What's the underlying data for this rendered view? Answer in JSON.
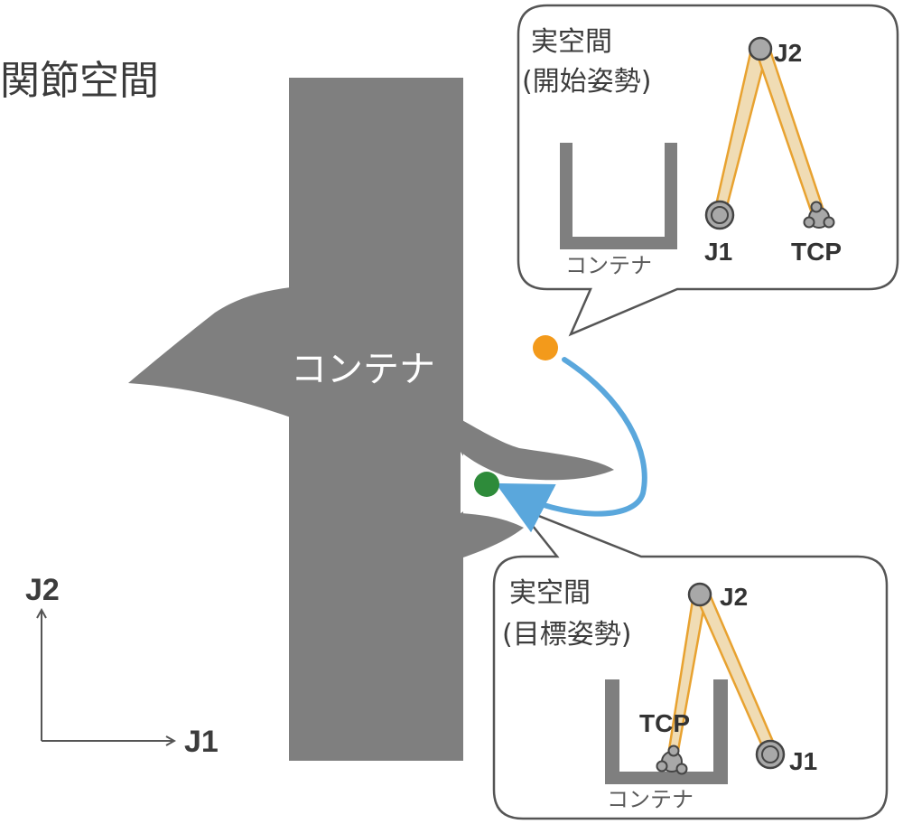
{
  "title": "関節空間",
  "obstacle_label": "コンテナ",
  "axes": {
    "x_label": "J1",
    "y_label": "J2"
  },
  "start_bubble": {
    "line1": "実空間",
    "line2": "(開始姿勢)",
    "container_label": "コンテナ",
    "j1_label": "J1",
    "j2_label": "J2",
    "tcp_label": "TCP"
  },
  "goal_bubble": {
    "line1": "実空間",
    "line2": "(目標姿勢)",
    "container_label": "コンテナ",
    "j1_label": "J1",
    "j2_label": "J2",
    "tcp_label": "TCP"
  },
  "colors": {
    "obstacle": "#7f7f7f",
    "start_point": "#f39a1b",
    "goal_point": "#2e8b3a",
    "path": "#5aa7dc",
    "link_fill": "#f0dcb4",
    "link_stroke": "#e8a230",
    "joint_fill": "#a8a8a8",
    "bubble_stroke": "#555555"
  }
}
